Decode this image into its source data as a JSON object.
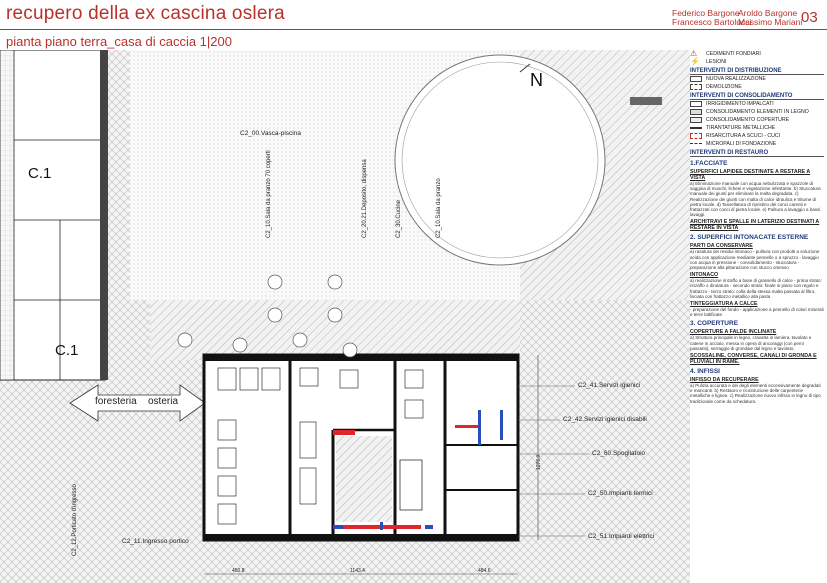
{
  "header": {
    "title": "recupero della ex cascina oslera",
    "subtitle": "pianta piano terra_casa di caccia 1|200",
    "authors_col1": [
      "Federico Bargone",
      "Francesco Bartolucci"
    ],
    "authors_col2": [
      "Aroldo Bargone",
      "Massimo Mariani"
    ],
    "page": "03"
  },
  "plan": {
    "north": "N",
    "labels": {
      "c1_top": "C.1",
      "c1_bottom": "C.1",
      "foresteria": "foresteria",
      "osteria": "osteria",
      "vasca": "C2_00.Vasca-piscina",
      "sala_pranzo_70": "C2_10.Sala da pranzo 70 coperti",
      "deposito": "C2_20.21.Deposito, dispensa",
      "cucine": "C2_30.Cucine",
      "sala_pranzo": "C2_10.Sala da pranzo",
      "servizi_igienici": "C2_41.Servizi igienici",
      "servizi_disabili": "C2_42.Servizi igienici disabili",
      "spogliatoio": "C2_60.Spogliatoio",
      "impianti_termici": "C2_50.Impianti termici",
      "impianti_elettrici": "C2_51.Impianti elettrici",
      "ingresso_portico": "C2_11.Ingresso portico",
      "porticato": "C2_12.Porticato d'ingresso",
      "dim_height": "1276.0",
      "dim_1": "450.8",
      "dim_2": "1143.4",
      "dim_3": "484.6"
    }
  },
  "legend": {
    "cedimenti": "CEDIMENTI FONDIARI",
    "lesioni": "LESIONI",
    "distribuzione_title": "INTERVENTI DI DISTRIBUZIONE",
    "nuova": "NUOVA REALIZZAZIONE",
    "demolizione": "DEMOLIZIONE",
    "consolidamento_title": "INTERVENTI DI CONSOLIDAMENTO",
    "irrigidimento": "IRRIGIDIMENTO IMPALCATI",
    "consol_legno": "CONSOLIDAMENTO ELEMENTI IN LEGNO",
    "consol_coperture": "CONSOLIDAMENTO COPERTURE",
    "tiranti": "TIRANTATURE METALLICHE",
    "risarcitura": "RISARCITURA A SCUCI - CUCI",
    "micropali": "MICROPALI DI FONDAZIONE",
    "restauro_title": "INTERVENTI DI RESTAURO",
    "s1": "1.FACCIATE",
    "s1_sub": "SUPERFICI LAPIDEE DESTINATE A RESTARE A VISTA",
    "s1_txt": "a) Eliminazione manuale con acqua nebulizzata e spazzole di saggina di muschi, licheni e vegetazione infestante. b) Stuccatura manuale dei giunti per eliminare la malta degradata. c) Realizzazione dei giunti con malta di calce idraulica e tritume di pietra locale. d) Tassellatura di ripristino dei conci carenti e frattazzati con conci di pietra locale. e) Pulitura a lavaggio a bassi lavaggi.",
    "s1_sub2": "ARCHITRAVI E SPALLE IN LATERIZIO DESTINATI A RESTARE IN VISTA",
    "s2": "2. SUPERFICI INTONACATE ESTERNE",
    "s2_sub": "PARTI DA CONSERVARE",
    "s2_txt": "a) rasatura dei residui intonaco - pulitura con prodotti a soluzione acida con applicazione mediante pennello o a spruzzo - lavaggio con acqua in pressione - consolidamento - stuccatura - preparazione alla pitturazione con stucco omesso",
    "s2_sub2": "INTONACO",
    "s2_txt2": "a) realizzazione rinzaffo a base di grassello di calce - prima strato: rinzaffo o dirutatura - secondo strato: finale in piano con regolo e frattazzo - terzo strato: colla della stessa malta passata al filtro, lisciata con frattazzo metallico alla pasta",
    "s2_sub3": "TINTEGGIATURA A CALCE",
    "s2_txt3": "- preparazione del fondo - applicazione a pennello di colori minerali e terre lattificate",
    "s3": "3. COPERTURE",
    "s3_sub": "COPERTURE A FALDE INCLINATE",
    "s3_txt": "a) Struttura principale in legno, cravatta in lamiera, tavolato e catene in acciaio, messa in opera di ancoraggi (con perni passanti), serraggio di grondaie dal legno e tavolato.",
    "s3_sub2": "SCOSSALINE, CONVERSE, CANALI DI GRONDA E PLUVIALI IN RAME.",
    "s4": "4. INFISSI",
    "s4_sub": "INFISSO DA RECUPERARE",
    "s4_txt": "a) Pulizia accurata e dei degli elementi eccessivamente degradati e mancanti. b) Restauro e ricostruzione delle carpenterie metalliche e lignee. c) Realizzazione nuovo infisso in legno di tipo tradizionale come da schedatura."
  }
}
